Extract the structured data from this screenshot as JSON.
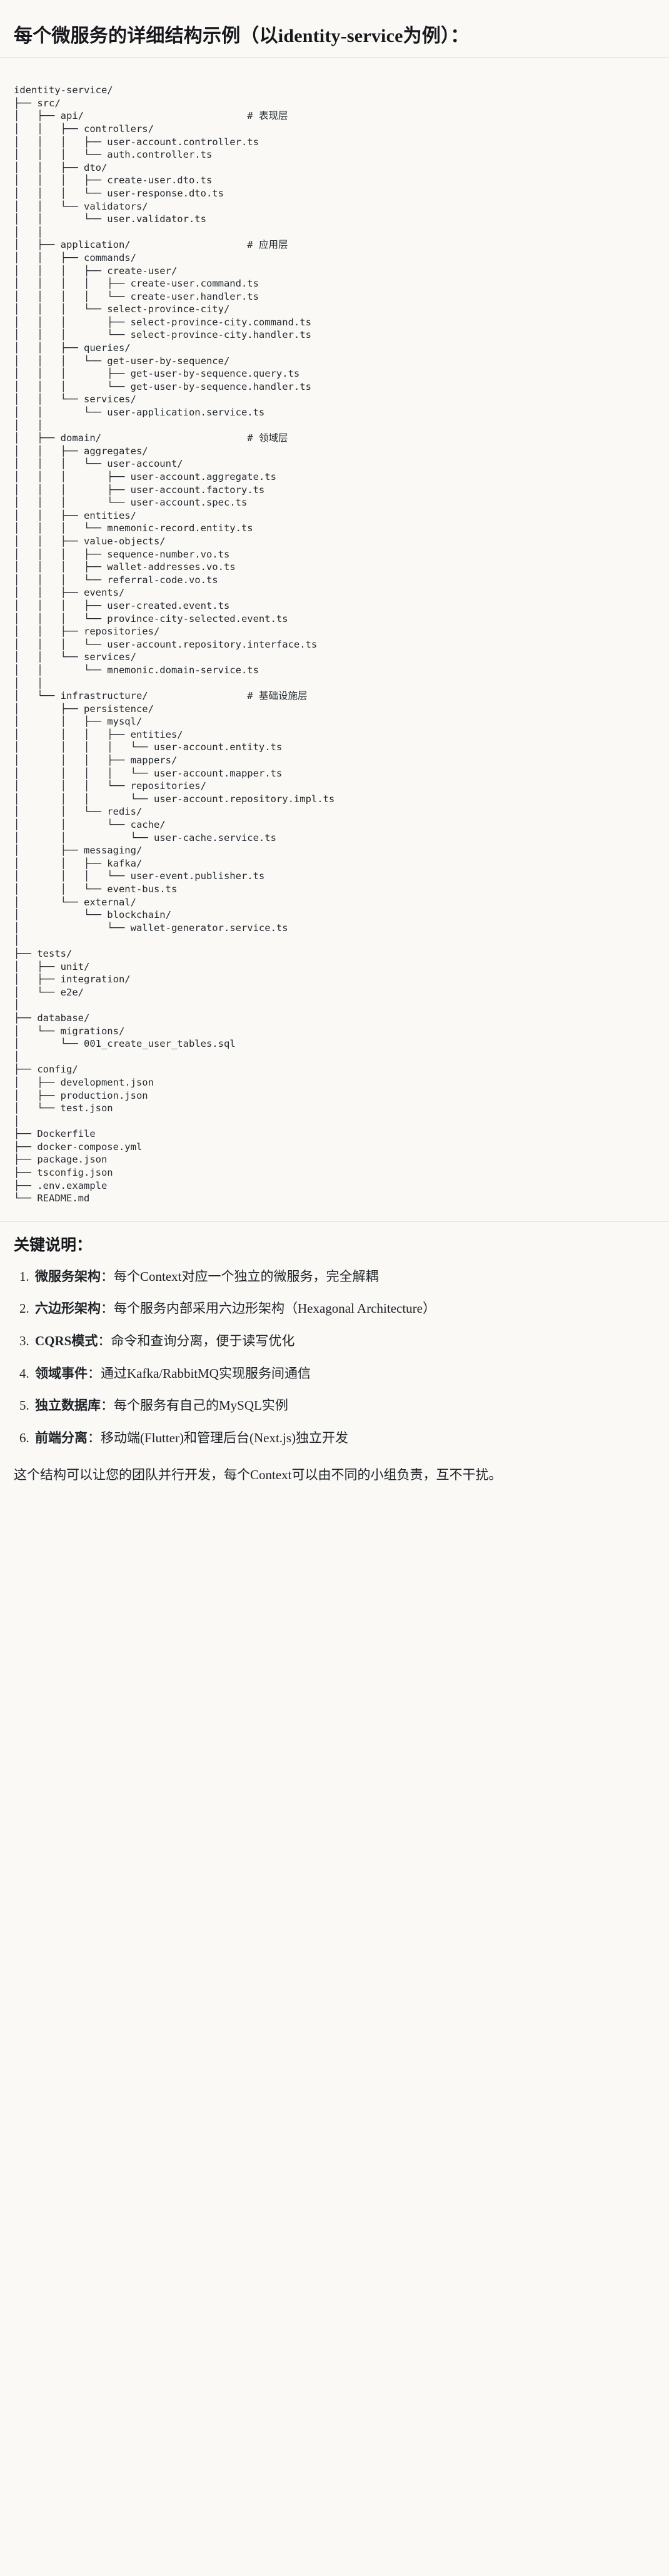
{
  "heading": "每个微服务的详细结构示例（以identity-service为例）：",
  "tree": {
    "root": "identity-service/",
    "lines": [
      {
        "text": "identity-service/",
        "comment": ""
      },
      {
        "text": "├── src/",
        "comment": ""
      },
      {
        "text": "│   ├── api/",
        "comment": "# 表现层"
      },
      {
        "text": "│   │   ├── controllers/",
        "comment": ""
      },
      {
        "text": "│   │   │   ├── user-account.controller.ts",
        "comment": ""
      },
      {
        "text": "│   │   │   └── auth.controller.ts",
        "comment": ""
      },
      {
        "text": "│   │   ├── dto/",
        "comment": ""
      },
      {
        "text": "│   │   │   ├── create-user.dto.ts",
        "comment": ""
      },
      {
        "text": "│   │   │   └── user-response.dto.ts",
        "comment": ""
      },
      {
        "text": "│   │   └── validators/",
        "comment": ""
      },
      {
        "text": "│   │       └── user.validator.ts",
        "comment": ""
      },
      {
        "text": "│   │",
        "comment": ""
      },
      {
        "text": "│   ├── application/",
        "comment": "# 应用层"
      },
      {
        "text": "│   │   ├── commands/",
        "comment": ""
      },
      {
        "text": "│   │   │   ├── create-user/",
        "comment": ""
      },
      {
        "text": "│   │   │   │   ├── create-user.command.ts",
        "comment": ""
      },
      {
        "text": "│   │   │   │   └── create-user.handler.ts",
        "comment": ""
      },
      {
        "text": "│   │   │   └── select-province-city/",
        "comment": ""
      },
      {
        "text": "│   │   │       ├── select-province-city.command.ts",
        "comment": ""
      },
      {
        "text": "│   │   │       └── select-province-city.handler.ts",
        "comment": ""
      },
      {
        "text": "│   │   ├── queries/",
        "comment": ""
      },
      {
        "text": "│   │   │   └── get-user-by-sequence/",
        "comment": ""
      },
      {
        "text": "│   │   │       ├── get-user-by-sequence.query.ts",
        "comment": ""
      },
      {
        "text": "│   │   │       └── get-user-by-sequence.handler.ts",
        "comment": ""
      },
      {
        "text": "│   │   └── services/",
        "comment": ""
      },
      {
        "text": "│   │       └── user-application.service.ts",
        "comment": ""
      },
      {
        "text": "│   │",
        "comment": ""
      },
      {
        "text": "│   ├── domain/",
        "comment": "# 领域层"
      },
      {
        "text": "│   │   ├── aggregates/",
        "comment": ""
      },
      {
        "text": "│   │   │   └── user-account/",
        "comment": ""
      },
      {
        "text": "│   │   │       ├── user-account.aggregate.ts",
        "comment": ""
      },
      {
        "text": "│   │   │       ├── user-account.factory.ts",
        "comment": ""
      },
      {
        "text": "│   │   │       └── user-account.spec.ts",
        "comment": ""
      },
      {
        "text": "│   │   ├── entities/",
        "comment": ""
      },
      {
        "text": "│   │   │   └── mnemonic-record.entity.ts",
        "comment": ""
      },
      {
        "text": "│   │   ├── value-objects/",
        "comment": ""
      },
      {
        "text": "│   │   │   ├── sequence-number.vo.ts",
        "comment": ""
      },
      {
        "text": "│   │   │   ├── wallet-addresses.vo.ts",
        "comment": ""
      },
      {
        "text": "│   │   │   └── referral-code.vo.ts",
        "comment": ""
      },
      {
        "text": "│   │   ├── events/",
        "comment": ""
      },
      {
        "text": "│   │   │   ├── user-created.event.ts",
        "comment": ""
      },
      {
        "text": "│   │   │   └── province-city-selected.event.ts",
        "comment": ""
      },
      {
        "text": "│   │   ├── repositories/",
        "comment": ""
      },
      {
        "text": "│   │   │   └── user-account.repository.interface.ts",
        "comment": ""
      },
      {
        "text": "│   │   └── services/",
        "comment": ""
      },
      {
        "text": "│   │       └── mnemonic.domain-service.ts",
        "comment": ""
      },
      {
        "text": "│   │",
        "comment": ""
      },
      {
        "text": "│   └── infrastructure/",
        "comment": "# 基础设施层"
      },
      {
        "text": "│       ├── persistence/",
        "comment": ""
      },
      {
        "text": "│       │   ├── mysql/",
        "comment": ""
      },
      {
        "text": "│       │   │   ├── entities/",
        "comment": ""
      },
      {
        "text": "│       │   │   │   └── user-account.entity.ts",
        "comment": ""
      },
      {
        "text": "│       │   │   ├── mappers/",
        "comment": ""
      },
      {
        "text": "│       │   │   │   └── user-account.mapper.ts",
        "comment": ""
      },
      {
        "text": "│       │   │   └── repositories/",
        "comment": ""
      },
      {
        "text": "│       │   │       └── user-account.repository.impl.ts",
        "comment": ""
      },
      {
        "text": "│       │   └── redis/",
        "comment": ""
      },
      {
        "text": "│       │       └── cache/",
        "comment": ""
      },
      {
        "text": "│       │           └── user-cache.service.ts",
        "comment": ""
      },
      {
        "text": "│       ├── messaging/",
        "comment": ""
      },
      {
        "text": "│       │   ├── kafka/",
        "comment": ""
      },
      {
        "text": "│       │   │   └── user-event.publisher.ts",
        "comment": ""
      },
      {
        "text": "│       │   └── event-bus.ts",
        "comment": ""
      },
      {
        "text": "│       └── external/",
        "comment": ""
      },
      {
        "text": "│           └── blockchain/",
        "comment": ""
      },
      {
        "text": "│               └── wallet-generator.service.ts",
        "comment": ""
      },
      {
        "text": "│",
        "comment": ""
      },
      {
        "text": "├── tests/",
        "comment": ""
      },
      {
        "text": "│   ├── unit/",
        "comment": ""
      },
      {
        "text": "│   ├── integration/",
        "comment": ""
      },
      {
        "text": "│   └── e2e/",
        "comment": ""
      },
      {
        "text": "│",
        "comment": ""
      },
      {
        "text": "├── database/",
        "comment": ""
      },
      {
        "text": "│   └── migrations/",
        "comment": ""
      },
      {
        "text": "│       └── 001_create_user_tables.sql",
        "comment": ""
      },
      {
        "text": "│",
        "comment": ""
      },
      {
        "text": "├── config/",
        "comment": ""
      },
      {
        "text": "│   ├── development.json",
        "comment": ""
      },
      {
        "text": "│   ├── production.json",
        "comment": ""
      },
      {
        "text": "│   └── test.json",
        "comment": ""
      },
      {
        "text": "│",
        "comment": ""
      },
      {
        "text": "├── Dockerfile",
        "comment": ""
      },
      {
        "text": "├── docker-compose.yml",
        "comment": ""
      },
      {
        "text": "├── package.json",
        "comment": ""
      },
      {
        "text": "├── tsconfig.json",
        "comment": ""
      },
      {
        "text": "├── .env.example",
        "comment": ""
      },
      {
        "text": "└── README.md",
        "comment": ""
      }
    ]
  },
  "notes": {
    "title": "关键说明：",
    "items": [
      {
        "term": "微服务架构",
        "desc": "：每个Context对应一个独立的微服务，完全解耦"
      },
      {
        "term": "六边形架构",
        "desc": "：每个服务内部采用六边形架构（Hexagonal Architecture）"
      },
      {
        "term": "CQRS模式",
        "desc": "：命令和查询分离，便于读写优化"
      },
      {
        "term": "领域事件",
        "desc": "：通过Kafka/RabbitMQ实现服务间通信"
      },
      {
        "term": "独立数据库",
        "desc": "：每个服务有自己的MySQL实例"
      },
      {
        "term": "前端分离",
        "desc": "：移动端(Flutter)和管理后台(Next.js)独立开发"
      }
    ],
    "closing": "这个结构可以让您的团队并行开发，每个Context可以由不同的小组负责，互不干扰。"
  }
}
